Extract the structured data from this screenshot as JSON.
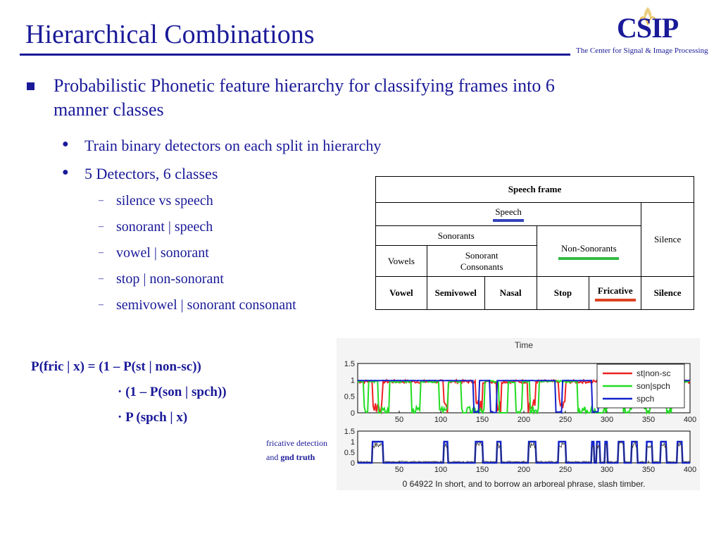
{
  "slide": {
    "title": "Hierarchical Combinations",
    "logo": {
      "name": "CSIP",
      "subtitle": "The Center for Signal & Image Processing"
    }
  },
  "bullets": {
    "main": "Probabilistic Phonetic feature hierarchy for classifying frames into 6 manner classes",
    "sub1": "Train binary detectors on each split in hierarchy",
    "sub2": "5 Detectors, 6 classes",
    "sub2_items": [
      "silence vs speech",
      "sonorant | speech",
      "vowel | sonorant",
      "stop | non-sonorant",
      "semivowel | sonorant consonant"
    ]
  },
  "hierarchy_table": {
    "root": "Speech frame",
    "speech": "Speech",
    "sonorants": "Sonorants",
    "silence_group": "Silence",
    "vowels": "Vowels",
    "sonorant_consonants": "Sonorant Consonants",
    "non_sonorants": "Non-Sonorants",
    "leaves": [
      "Vowel",
      "Semivowel",
      "Nasal",
      "Stop",
      "Fricative",
      "Silence"
    ],
    "colors": {
      "speech": "#3344bb",
      "non_sonorants": "#33bb44",
      "fricative": "#dd4422"
    }
  },
  "equation": {
    "line1": "P(fric | x) = (1 – P(st | non-sc))",
    "line2": "· (1 – P(son | spch))",
    "line3": "· P (spch | x)"
  },
  "plot_note": {
    "line1": "fricative detection",
    "line2_prefix": "and",
    "line2_bold": "gnd truth"
  },
  "chart_data": [
    {
      "type": "line",
      "title": "Time",
      "x_ticks": [
        "50",
        "100",
        "150",
        "200",
        "250",
        "300",
        "350",
        "400"
      ],
      "y_ticks": [
        "0",
        "0.5",
        "1",
        "1.5"
      ],
      "xlim": [
        0,
        400
      ],
      "ylim": [
        0,
        1.5
      ],
      "legend_position": "top-right",
      "series": [
        {
          "name": "st|non-sc",
          "color": "#ee2222"
        },
        {
          "name": "son|spch",
          "color": "#22dd22"
        },
        {
          "name": "spch",
          "color": "#1122cc"
        }
      ]
    },
    {
      "type": "line",
      "xlabel": "0 64922 In short, and to borrow an arboreal phrase, slash timber.",
      "x_ticks": [
        "50",
        "100",
        "150",
        "200",
        "250",
        "300",
        "350",
        "400"
      ],
      "y_ticks": [
        "0",
        "0.5",
        "1",
        "1.5"
      ],
      "xlim": [
        0,
        400
      ],
      "ylim": [
        0,
        1.5
      ],
      "color": "#1122cc"
    }
  ]
}
